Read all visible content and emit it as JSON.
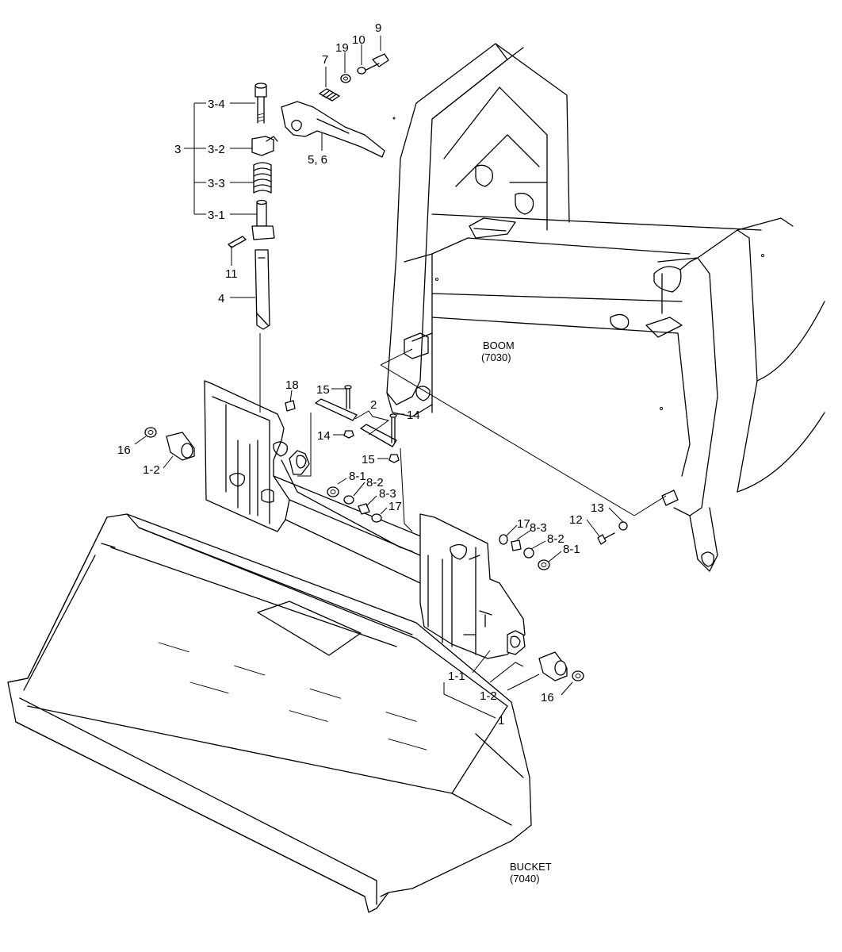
{
  "diagram": {
    "assemblies": {
      "boom": {
        "name": "BOOM",
        "code": "(7030)"
      },
      "bucket": {
        "name": "BUCKET",
        "code": "(7040)"
      }
    },
    "callouts": {
      "c9": "9",
      "c10": "10",
      "c19": "19",
      "c7": "7",
      "c3_4": "3-4",
      "c3": "3",
      "c3_2": "3-2",
      "c3_3": "3-3",
      "c3_1": "3-1",
      "c5_6": "5, 6",
      "c11": "11",
      "c4": "4",
      "c18": "18",
      "c15a": "15",
      "c2": "2",
      "c14a": "14",
      "c14b": "14",
      "c15b": "15",
      "c16a": "16",
      "c1_2a": "1-2",
      "c8_1a": "8-1",
      "c8_2a": "8-2",
      "c8_3a": "8-3",
      "c17a": "17",
      "c13": "13",
      "c12": "12",
      "c17b": "17",
      "c8_3b": "8-3",
      "c8_2b": "8-2",
      "c8_1b": "8-1",
      "c1_1": "1-1",
      "c1_2b": "1-2",
      "c1": "1",
      "c16b": "16"
    }
  }
}
